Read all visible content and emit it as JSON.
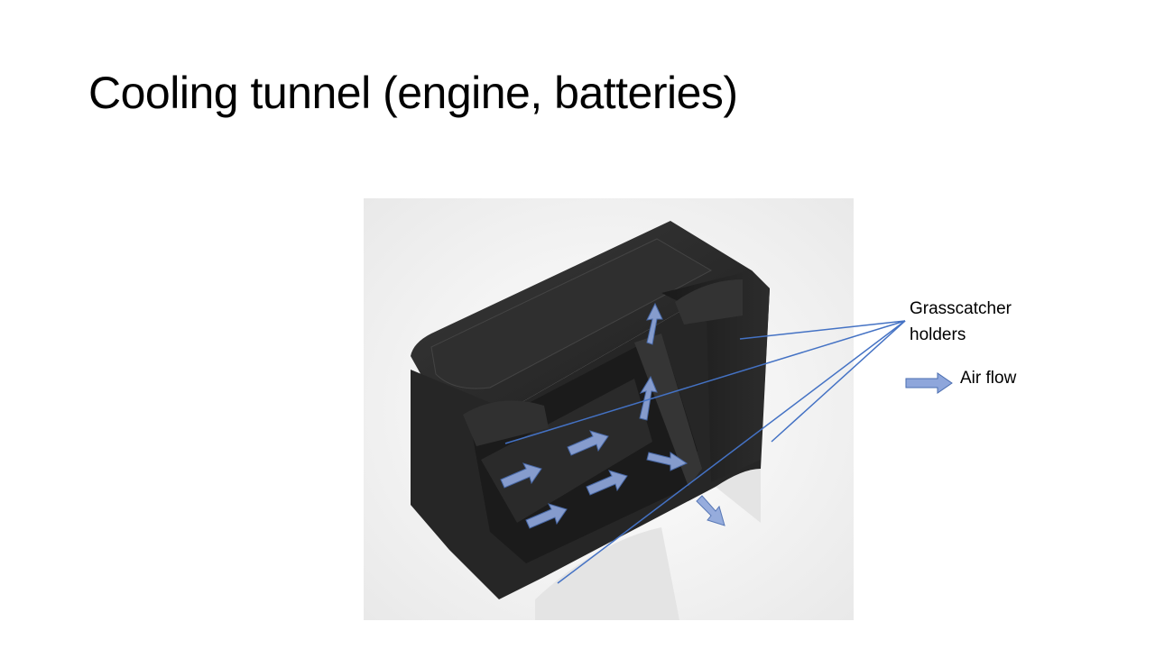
{
  "slide": {
    "title": "Cooling tunnel (engine, batteries)"
  },
  "callout": {
    "line1": "Grasscatcher",
    "line2": "holders"
  },
  "legend": {
    "label": "Air flow",
    "icon": "right-arrow-icon"
  },
  "colors": {
    "arrow_fill": "#8ea6db",
    "arrow_stroke": "#4a6db0",
    "leader_line": "#4472c4",
    "body_dark": "#232323",
    "accent_yellow": "#f0d800"
  }
}
